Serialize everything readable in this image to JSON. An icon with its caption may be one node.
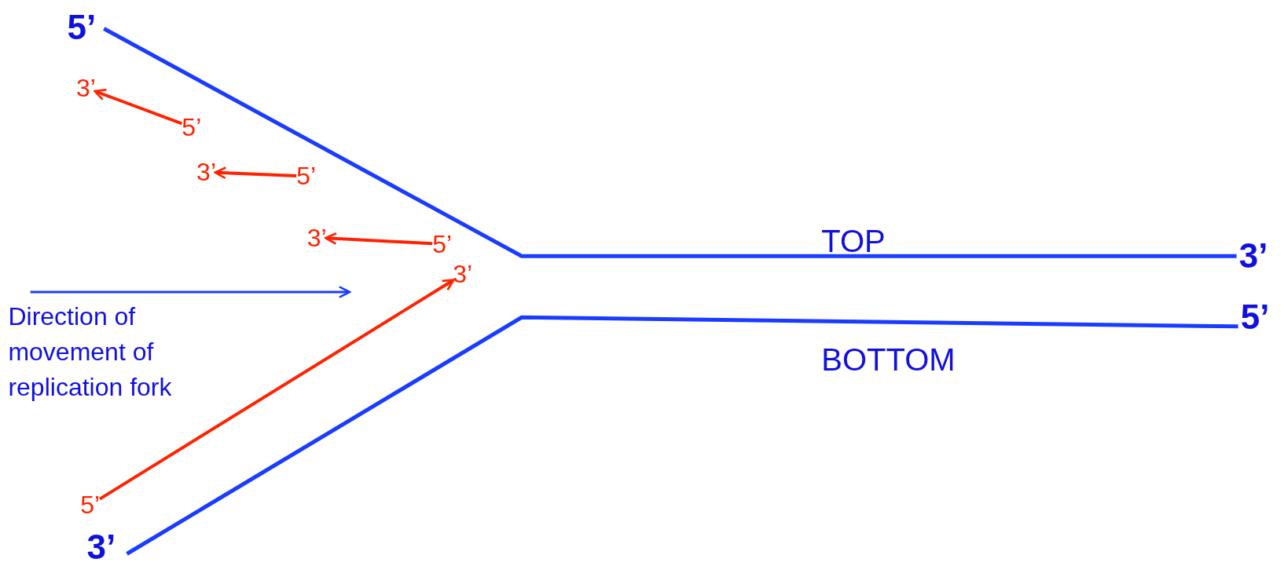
{
  "diagram": {
    "nodes": [
      {
        "text": [
          "3’"
        ]
      },
      {
        "text": [
          "5’"
        ]
      },
      {
        "text": [
          "3’"
        ]
      },
      {
        "text": [
          "5’"
        ]
      },
      {
        "text": [
          "3’"
        ]
      },
      {
        "text": [
          "5’"
        ]
      },
      {
        "text": [
          "3’"
        ]
      },
      {
        "text": [
          "5’"
        ]
      }
    ],
    "edges": [
      {
        "from": 1,
        "to": 0,
        "arrow": "to"
      },
      {
        "from": 3,
        "to": 2,
        "arrow": "to"
      },
      {
        "from": 5,
        "to": 4,
        "arrow": "to"
      },
      {
        "from": 7,
        "to": 6,
        "arrow": "to"
      }
    ],
    "labels": [
      "5’",
      "TOP",
      "3’",
      "Direction of movement of replication fork",
      "5’",
      "BOTTOM",
      "3’"
    ]
  }
}
